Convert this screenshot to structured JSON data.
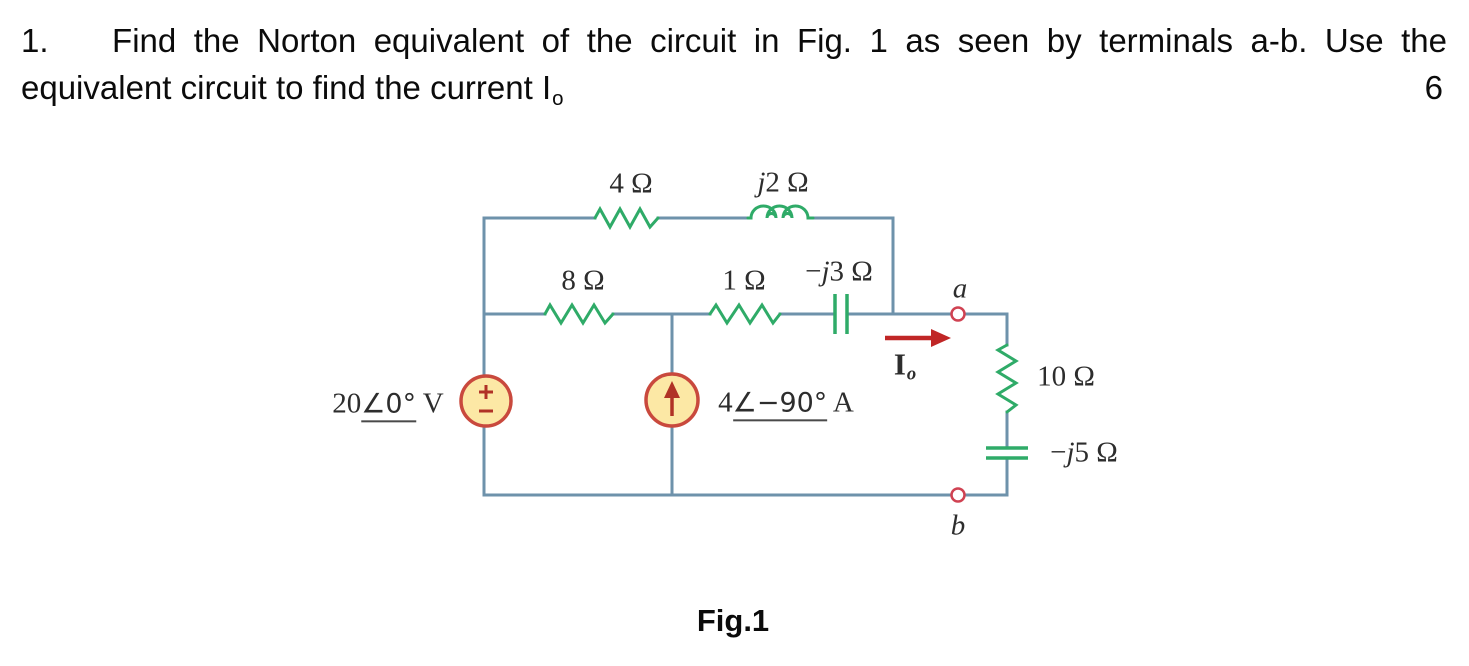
{
  "problem": {
    "number": "1.",
    "line1": "Find the Norton equivalent of the circuit in Fig. 1 as seen by terminals a-b. Use the",
    "line2_segments": [
      {
        "t": "equivalent circuit to find the current I"
      },
      {
        "t": "o",
        "s": "sub2"
      }
    ],
    "marks": "6"
  },
  "figure": {
    "caption": "Fig.1",
    "labels": {
      "resistor_top": "4 Ω",
      "inductor": [
        {
          "t": "j",
          "s": "it"
        },
        {
          "t": "2 Ω"
        }
      ],
      "resistor_mid_left": "8 Ω",
      "resistor_mid_right": "1 Ω",
      "capacitor_mid": [
        {
          "t": "−"
        },
        {
          "t": "j",
          "s": "it"
        },
        {
          "t": "3 Ω"
        }
      ],
      "resistor_right": "10 Ω",
      "capacitor_right": [
        {
          "t": "−"
        },
        {
          "t": "j",
          "s": "it"
        },
        {
          "t": "5 Ω"
        }
      ],
      "voltage_source": [
        {
          "t": "20"
        },
        {
          "t": "∠0°",
          "s": "ang u"
        },
        {
          "t": " V"
        }
      ],
      "current_source": [
        {
          "t": "4"
        },
        {
          "t": "∠−90°",
          "s": "ang u"
        },
        {
          "t": " A"
        }
      ],
      "output_current": [
        {
          "t": "I",
          "s": "b"
        },
        {
          "t": "o",
          "s": "sub"
        }
      ],
      "terminal_a": "a",
      "terminal_b": "b"
    },
    "colors": {
      "wire": "#6e92ab",
      "component": "#2fab68",
      "source_border": "#c9493d",
      "source_fill": "#fce8a5",
      "arrow": "#b03226",
      "io_arrow": "#c02626",
      "terminal": "#d04252"
    }
  }
}
